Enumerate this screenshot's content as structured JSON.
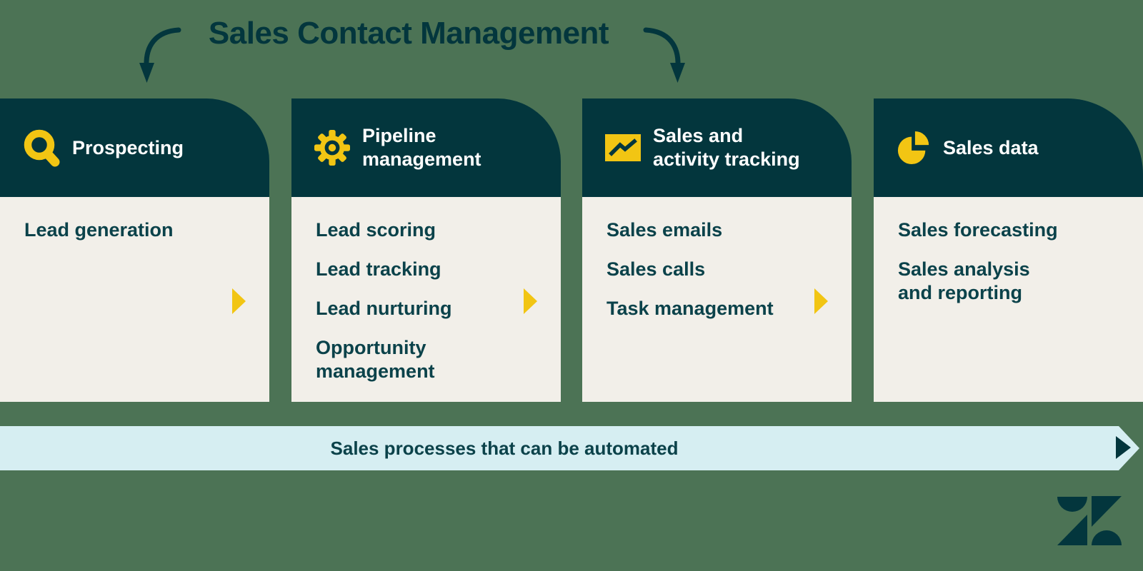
{
  "title": "Sales Contact Management",
  "colors": {
    "background_green": "#4C7355",
    "dark_teal": "#03363D",
    "cream": "#F2EFE9",
    "accent_yellow": "#F2C513",
    "light_blue": "#D6EEF2",
    "white": "#FFFFFF"
  },
  "cards": [
    {
      "icon": "magnifier-icon",
      "title": "Prospecting",
      "items": [
        "Lead generation"
      ],
      "has_next_arrow": true
    },
    {
      "icon": "gear-icon",
      "title": "Pipeline\nmanagement",
      "items": [
        "Lead scoring",
        "Lead tracking",
        "Lead nurturing",
        "Opportunity\nmanagement"
      ],
      "has_next_arrow": true
    },
    {
      "icon": "trend-chart-icon",
      "title": "Sales and\nactivity tracking",
      "items": [
        "Sales emails",
        "Sales calls",
        "Task management"
      ],
      "has_next_arrow": true
    },
    {
      "icon": "pie-chart-icon",
      "title": "Sales data",
      "items": [
        "Sales forecasting",
        "Sales analysis\nand reporting"
      ],
      "has_next_arrow": false
    }
  ],
  "banner": {
    "label": "Sales processes that can be automated"
  },
  "logo": "zendesk-logomark"
}
